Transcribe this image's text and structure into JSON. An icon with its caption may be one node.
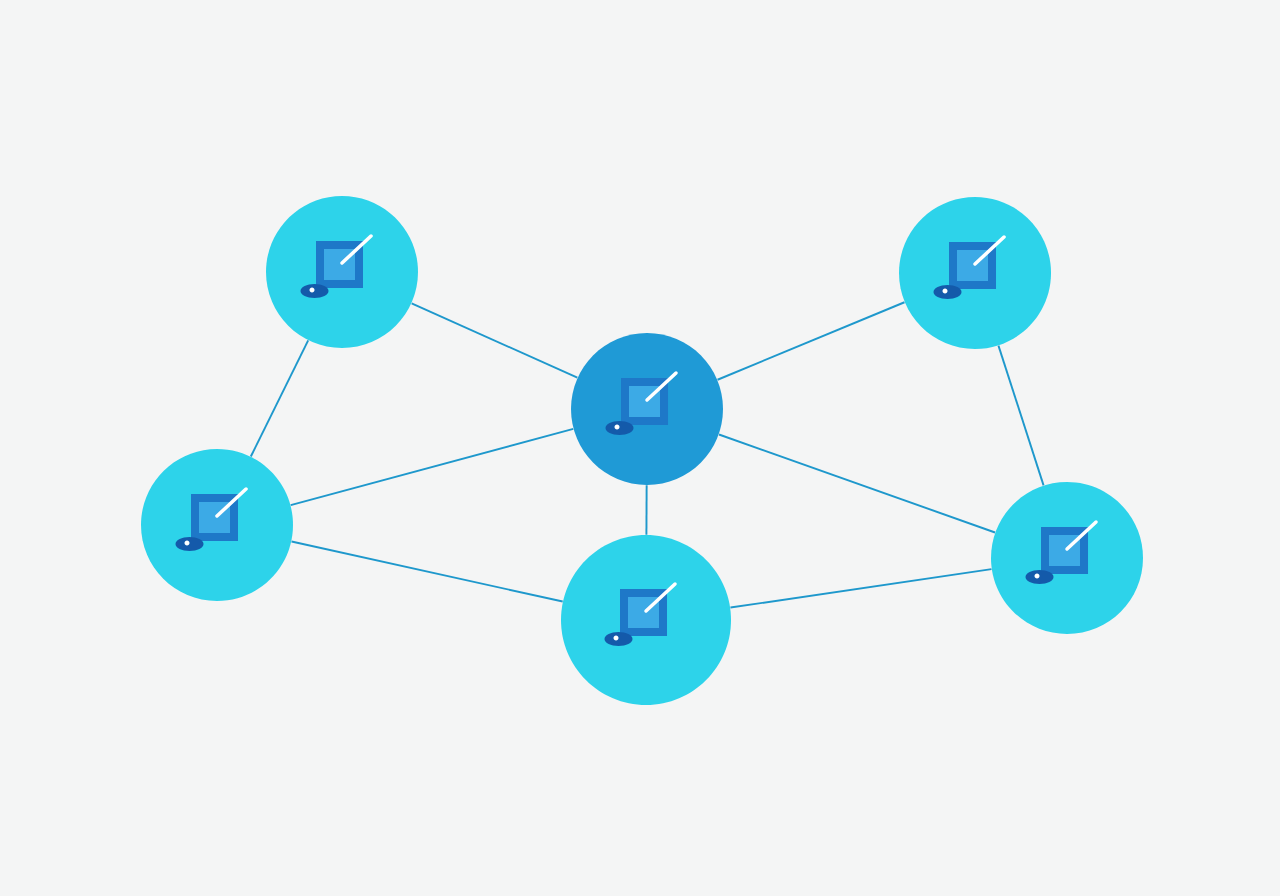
{
  "diagram": {
    "nodes": [
      {
        "text": [],
        "shape": "circle"
      },
      {
        "text": [],
        "shape": "circle"
      },
      {
        "text": [],
        "shape": "circle"
      },
      {
        "text": [],
        "shape": "circle"
      },
      {
        "text": [],
        "shape": "circle"
      },
      {
        "text": [],
        "shape": "circle"
      }
    ],
    "edges": [
      {
        "from": 1,
        "to": 0,
        "arrow": "none"
      },
      {
        "from": 1,
        "to": 3,
        "arrow": "none"
      },
      {
        "from": 0,
        "to": 3,
        "arrow": "none"
      },
      {
        "from": 0,
        "to": 2,
        "arrow": "none"
      },
      {
        "from": 3,
        "to": 2,
        "arrow": "none"
      },
      {
        "from": 3,
        "to": 4,
        "arrow": "none"
      },
      {
        "from": 3,
        "to": 5,
        "arrow": "none"
      },
      {
        "from": 4,
        "to": 5,
        "arrow": "none"
      },
      {
        "from": 2,
        "to": 5,
        "arrow": "none"
      }
    ]
  }
}
